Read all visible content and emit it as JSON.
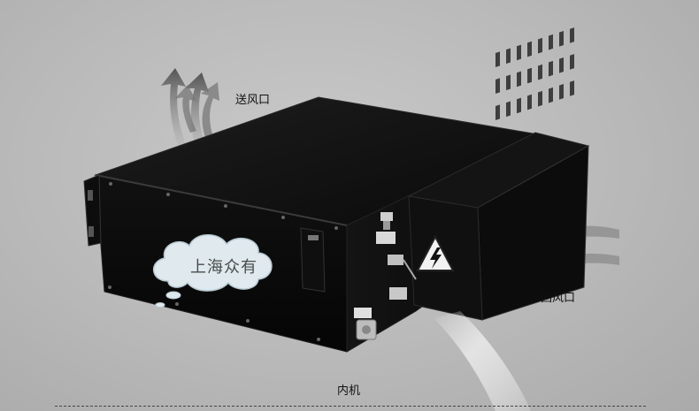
{
  "labels": {
    "supply_air": "送风口",
    "return_air": "回风口",
    "indoor_unit": "内机"
  },
  "watermark": {
    "text": "上海众有"
  },
  "icons": [
    "airflow-arrows-icon",
    "high-voltage-warning-icon",
    "cloud-icon"
  ],
  "colors": {
    "background": "#bdbdbd",
    "unit_body": "#0b0b0b",
    "cloud_fill": "#dfe9ee",
    "warning_triangle": "#1a1a1a"
  }
}
